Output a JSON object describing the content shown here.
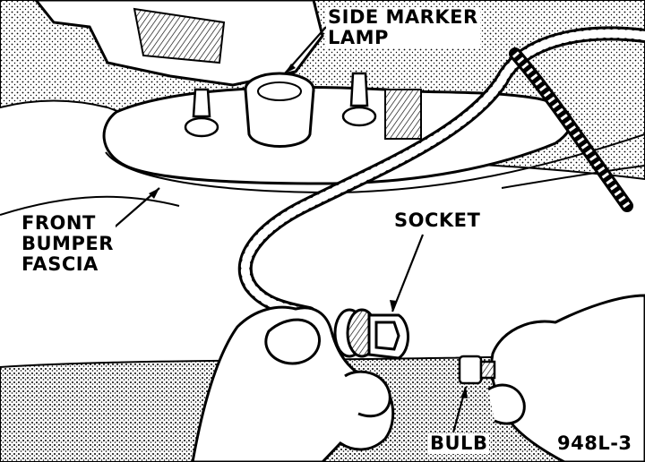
{
  "labels": {
    "side_marker_lamp": "SIDE MARKER\nLAMP",
    "front_bumper_fascia": "FRONT\nBUMPER\nFASCIA",
    "socket": "SOCKET",
    "bulb": "BULB"
  },
  "figure_id": "948L-3"
}
